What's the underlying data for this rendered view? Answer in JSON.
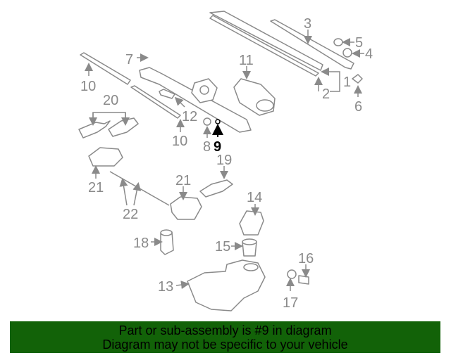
{
  "diagram": {
    "callouts": [
      "1",
      "2",
      "3",
      "4",
      "5",
      "6",
      "7",
      "8",
      "9",
      "10",
      "10",
      "11",
      "12",
      "13",
      "14",
      "15",
      "16",
      "17",
      "18",
      "19",
      "20",
      "21",
      "21",
      "22"
    ],
    "highlighted_part": "9",
    "colors": {
      "callout": "#8a8a8a",
      "highlight": "#000000",
      "banner": "#126208"
    }
  },
  "banner": {
    "line1": "Part or sub-assembly is #9 in diagram",
    "line2": "Diagram may not be specific to your vehicle"
  }
}
